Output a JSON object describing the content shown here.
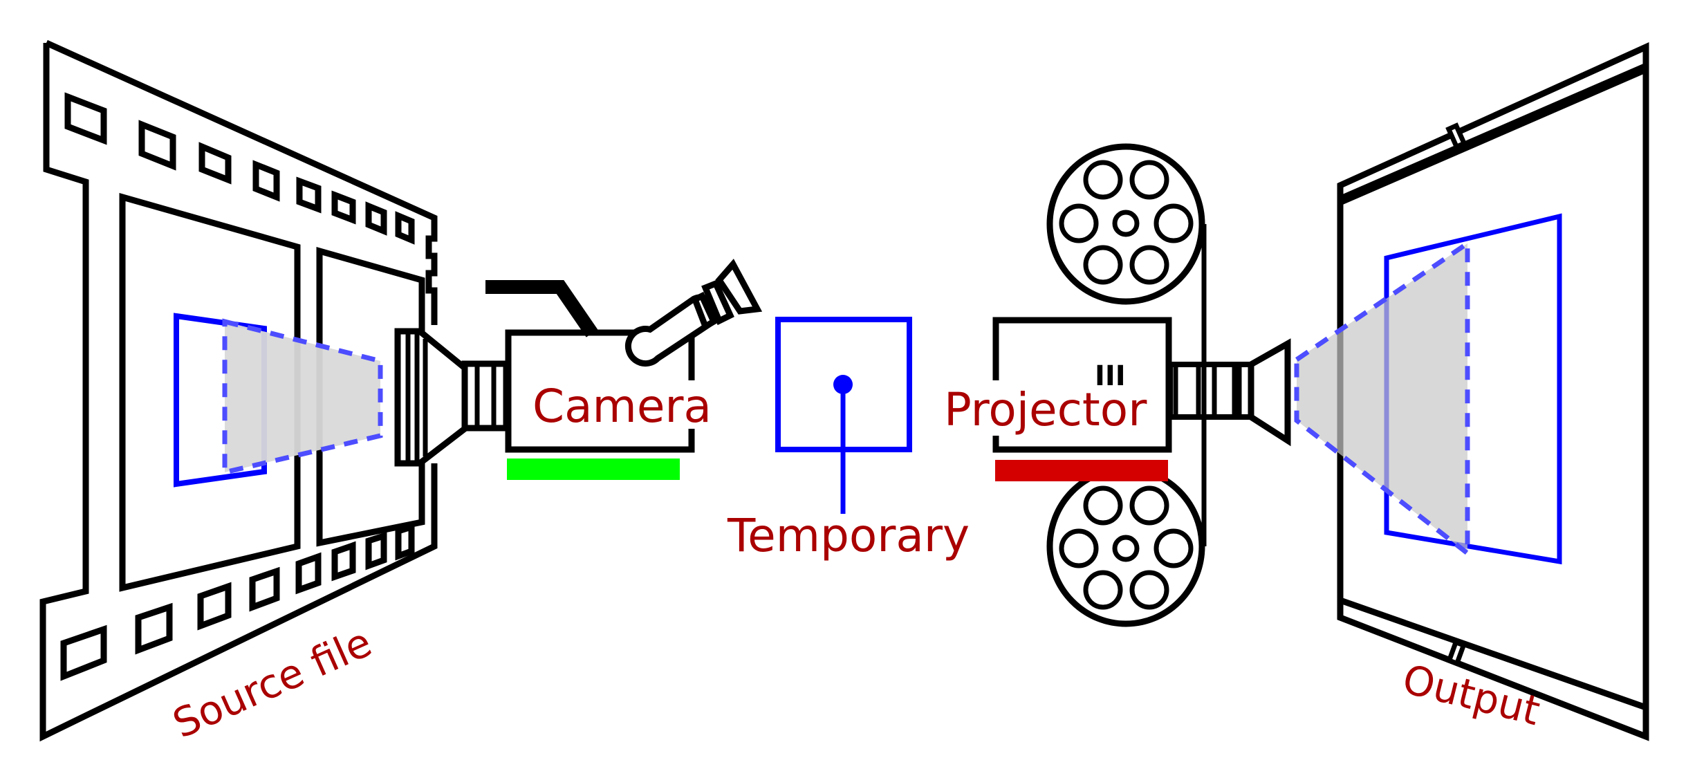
{
  "labels": {
    "source": "Source file",
    "camera": "Camera",
    "temporary": "Temporary",
    "projector": "Projector",
    "output": "Output",
    "projector_marks": "III"
  },
  "colors": {
    "label_text": "#aa0000",
    "outline": "#000000",
    "frame_blue": "#0000ff",
    "dashed_blue": "#4d4dff",
    "beam_fill": "#d9d9d9",
    "camera_status": "#00ff00",
    "projector_status": "#d40000"
  }
}
